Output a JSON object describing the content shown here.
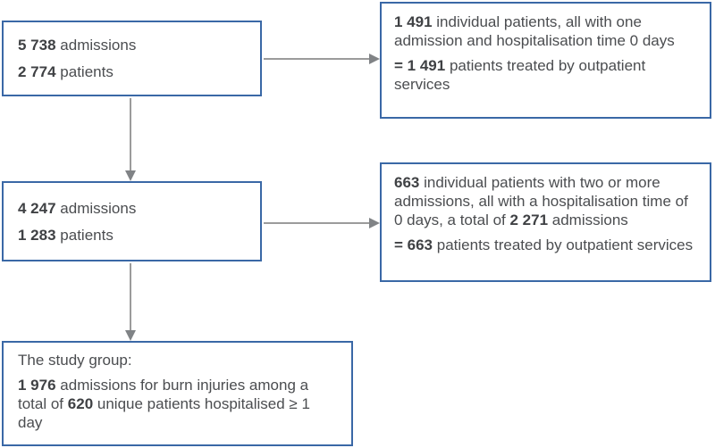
{
  "figure": {
    "type": "patient-flow-diagram",
    "colors": {
      "box_border": "#3a68a6",
      "arrow_line": "#9b9b9b",
      "arrow_head": "#808386",
      "text": "#4b4d50",
      "background": "#ffffff"
    }
  },
  "boxes": {
    "admissions_total": {
      "num1": "5 738",
      "label1": "admissions",
      "num2": "2 774",
      "label2": "patients"
    },
    "outpatient_single": {
      "p1_num": "1 491",
      "p1_text": "individual patients, all with one admission and hospitalisation time 0 days",
      "p2_num": "= 1 491",
      "p2_text": "patients treated by outpatient services"
    },
    "admissions_remaining": {
      "num1": "4 247",
      "label1": "admissions",
      "num2": "1 283",
      "label2": "patients"
    },
    "outpatient_multiple": {
      "p1_num1": "663",
      "p1_text1": "individual patients with two or more admissions, all with a hospitalisation time of 0 days, a total of",
      "p1_num2": "2 271",
      "p1_text2": "admissions",
      "p2_num": "= 663",
      "p2_text": "patients treated by outpatient services"
    },
    "study_group": {
      "title": "The study group:",
      "p_num1": "1 976",
      "p_text1": "admissions for burn injuries among a total of",
      "p_num2": "620",
      "p_text2": "unique patients hospitalised ≥ 1 day"
    }
  }
}
